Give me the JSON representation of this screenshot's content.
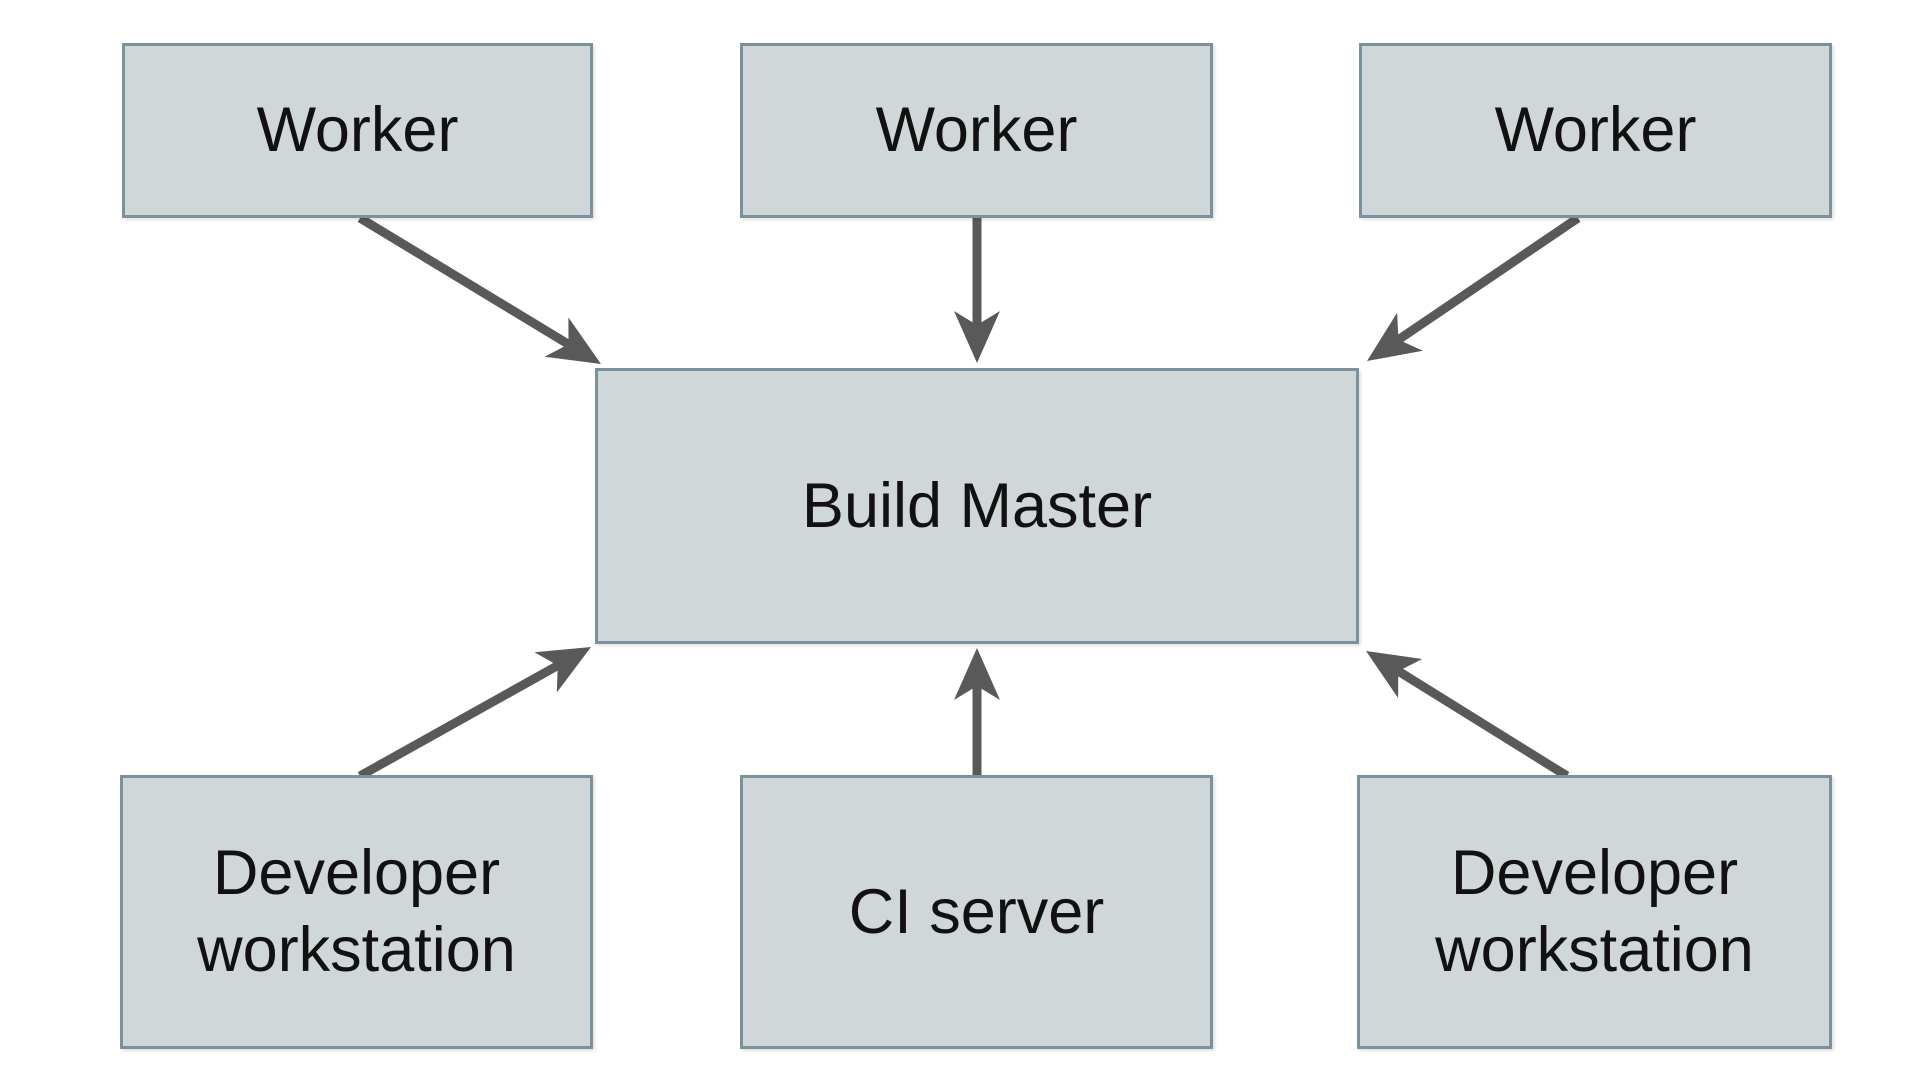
{
  "diagram": {
    "nodes": {
      "worker_1": {
        "label": "Worker"
      },
      "worker_2": {
        "label": "Worker"
      },
      "worker_3": {
        "label": "Worker"
      },
      "build_master": {
        "label": "Build Master"
      },
      "developer_workstation_left": {
        "label": "Developer workstation"
      },
      "ci_server": {
        "label": "CI server"
      },
      "developer_workstation_right": {
        "label": "Developer workstation"
      }
    },
    "edges": [
      {
        "from": "worker_1",
        "to": "build_master"
      },
      {
        "from": "worker_2",
        "to": "build_master"
      },
      {
        "from": "worker_3",
        "to": "build_master"
      },
      {
        "from": "developer_workstation_left",
        "to": "build_master"
      },
      {
        "from": "ci_server",
        "to": "build_master"
      },
      {
        "from": "developer_workstation_right",
        "to": "build_master"
      }
    ]
  },
  "colors": {
    "node_fill": "#cfd7d9",
    "node_border": "#7b929c",
    "arrow": "#595959",
    "text": "#111111",
    "canvas": "#ffffff"
  }
}
